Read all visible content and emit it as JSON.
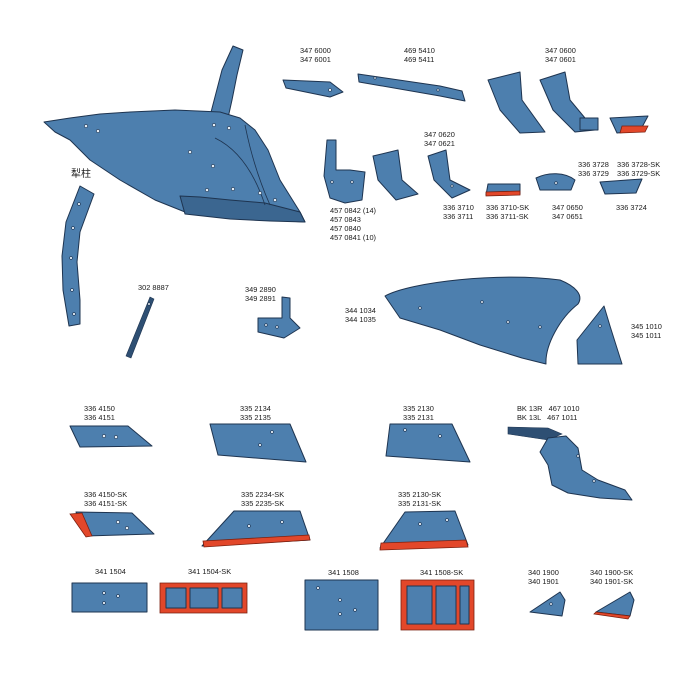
{
  "colors": {
    "part_fill": "#4d7fae",
    "outline": "#1e3450",
    "wear_edge": "#e2472a"
  },
  "parts": {
    "p3476000": [
      "347 6000",
      "347 6001"
    ],
    "p4695410": [
      "469 5410",
      "469 5411"
    ],
    "p3470600": [
      "347 0600",
      "347 0601"
    ],
    "p3470620": [
      "347 0620",
      "347 0621"
    ],
    "p3363728": [
      "336 3728",
      "336 3729"
    ],
    "p3363728sk": [
      "336 3728-SK",
      "336 3729-SK"
    ],
    "p4570842": [
      "457 0842 (14)",
      "457 0843",
      "457 0840",
      "457 0841 (10)"
    ],
    "p3363710": [
      "336 3710",
      "336 3711"
    ],
    "p3363710sk": [
      "336 3710-SK",
      "336 3711-SK"
    ],
    "p3470650": [
      "347 0650",
      "347 0651"
    ],
    "p3363724": [
      "336 3724"
    ],
    "p3028887": [
      "302 8887"
    ],
    "p3492890": [
      "349 2890",
      "349 2891"
    ],
    "p3441034": [
      "344 1034",
      "344 1035"
    ],
    "p3451010": [
      "345 1010",
      "345 1011"
    ],
    "p3364150": [
      "336 4150",
      "336 4151"
    ],
    "p3352134": [
      "335 2134",
      "335 2135"
    ],
    "p3352130": [
      "335 2130",
      "335 2131"
    ],
    "pbk13": [
      "BK 13R   467 1010",
      "BK 13L   467 1011"
    ],
    "p3364150sk": [
      "336 4150-SK",
      "336 4151-SK"
    ],
    "p3352234sk": [
      "335 2234-SK",
      "335 2235-SK"
    ],
    "p3352130sk": [
      "335 2130-SK",
      "335 2131-SK"
    ],
    "p3411504": [
      "341 1504"
    ],
    "p3411504sk": [
      "341 1504-SK"
    ],
    "p3411508": [
      "341 1508"
    ],
    "p3411508sk": [
      "341 1508-SK"
    ],
    "p3401900": [
      "340 1900",
      "340 1901"
    ],
    "p3401900sk": [
      "340 1900-SK",
      "340 1901-SK"
    ]
  },
  "cjk_label": "犁柱"
}
